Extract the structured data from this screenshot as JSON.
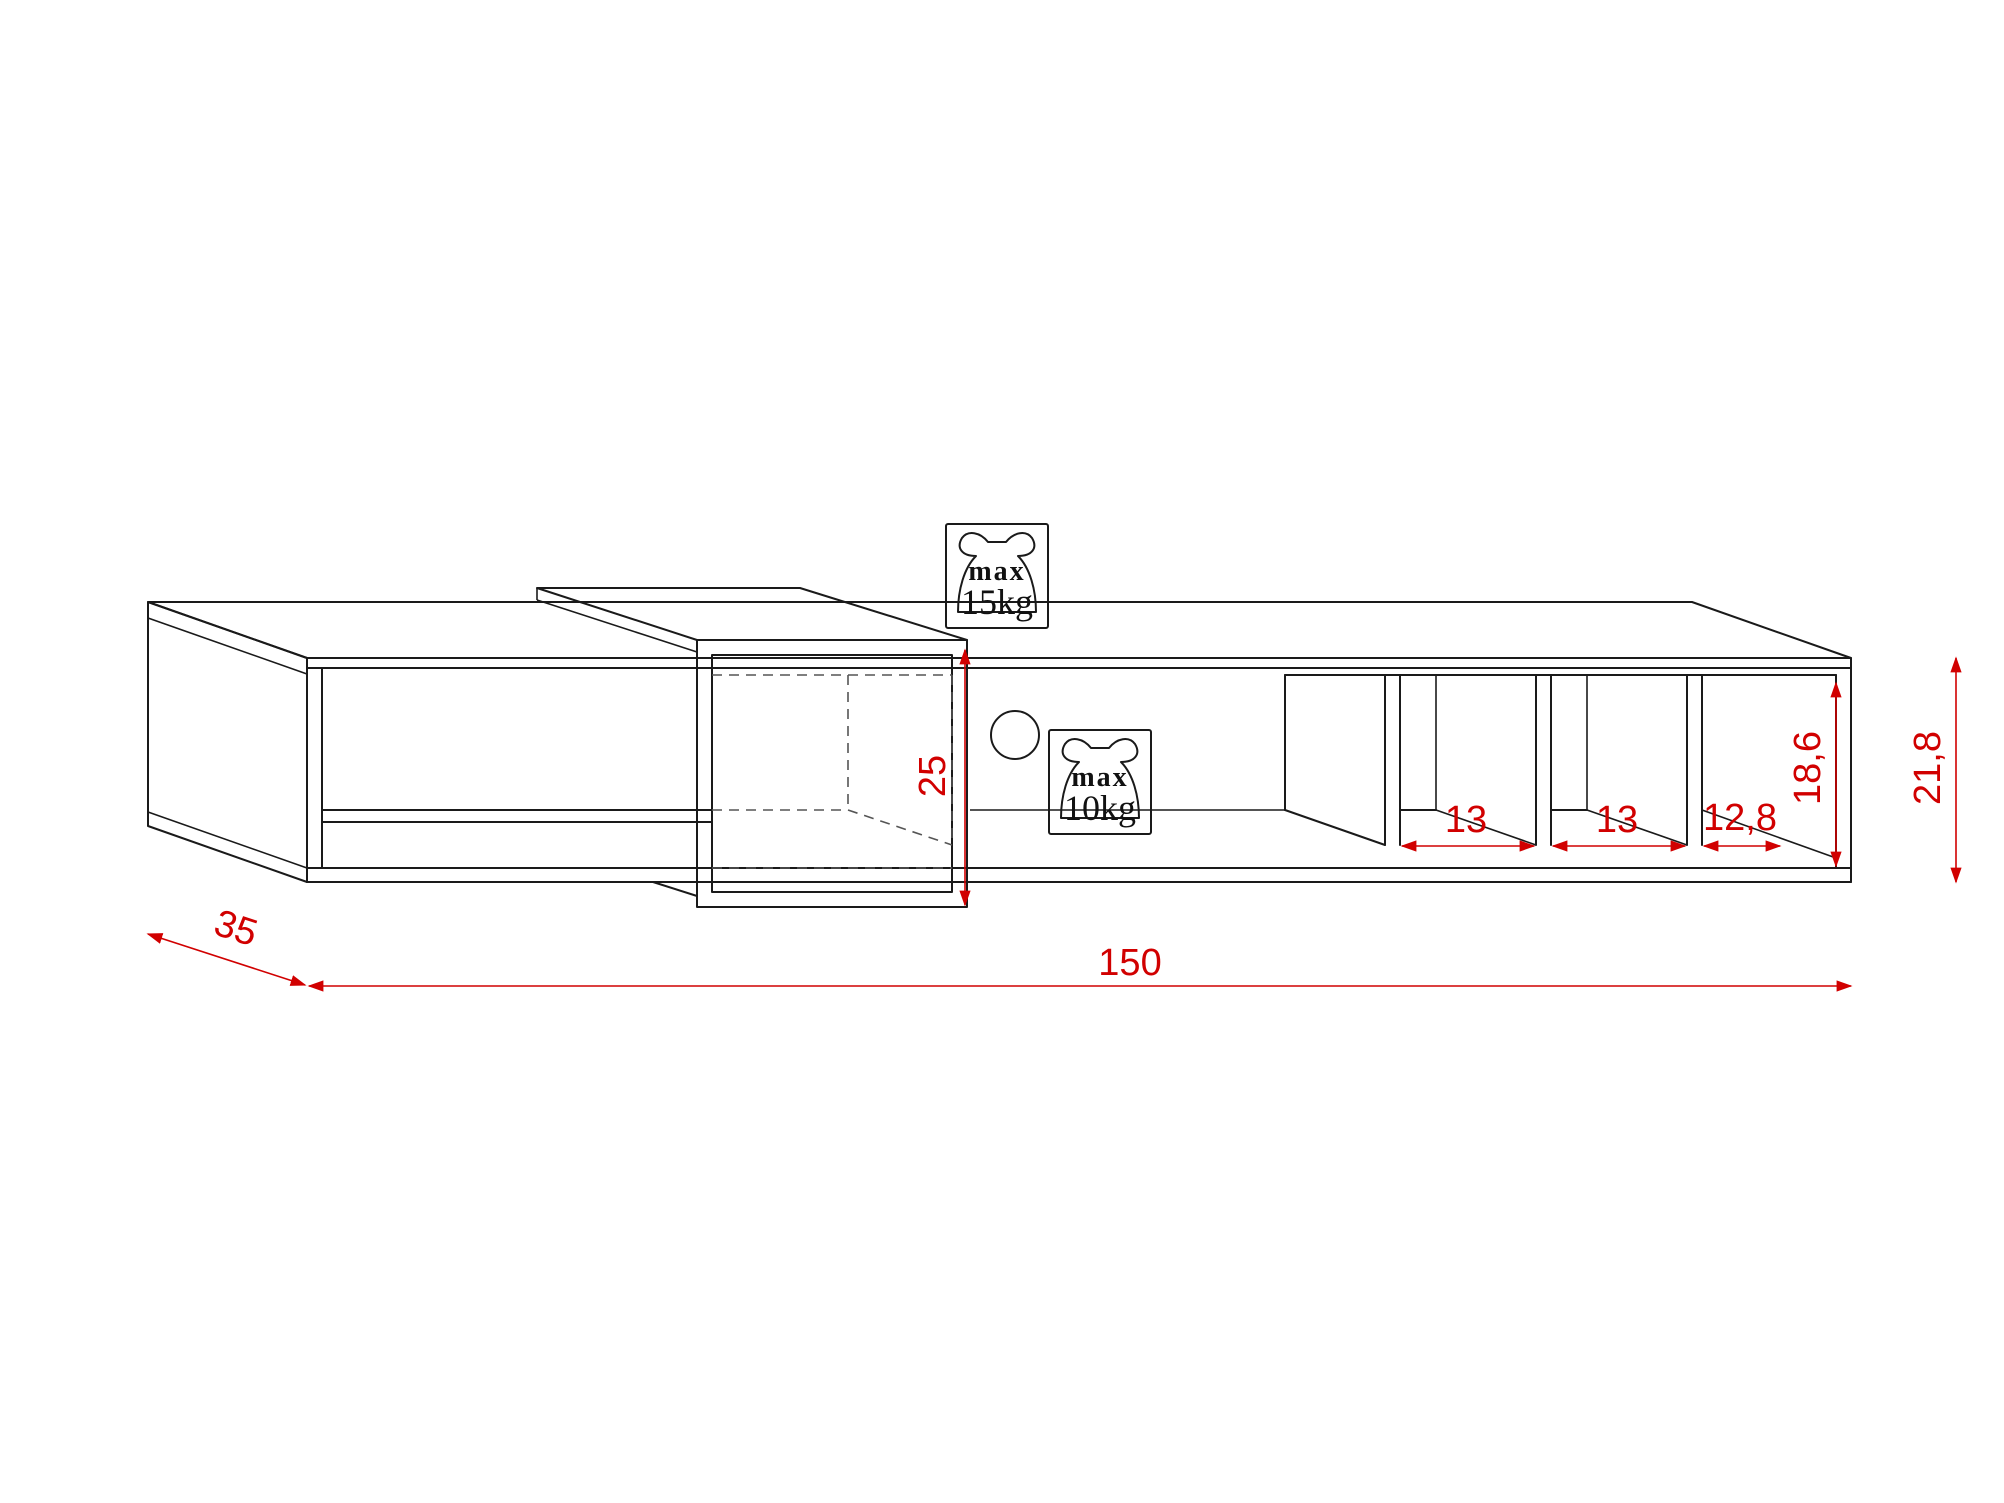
{
  "colors": {
    "line": "#1a1a1a",
    "dimension": "#d10000",
    "background": "#ffffff"
  },
  "dimensions": {
    "depth": "35",
    "width": "150",
    "box_height": "25",
    "height_total": "21,8",
    "inner_height": "18,6",
    "comp1": "13",
    "comp2": "13",
    "comp3": "12,8"
  },
  "load_badges": [
    {
      "label": "max",
      "value": "15kg",
      "icon": "weight-icon"
    },
    {
      "label": "max",
      "value": "10kg",
      "icon": "weight-icon"
    }
  ]
}
